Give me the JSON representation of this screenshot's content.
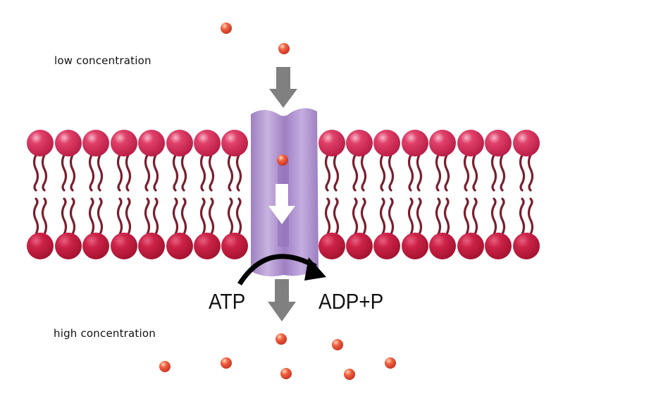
{
  "labels": {
    "low": "low concentration",
    "high": "high concentration",
    "atp": "ATP",
    "adp": "ADP+P"
  },
  "colors": {
    "head_top": "#d8345e",
    "head_bottom": "#c41e45",
    "tail": "#7a1f2e",
    "protein": "#a98bc8",
    "particle": "#e5533a",
    "gray_arrow": "#808080"
  }
}
